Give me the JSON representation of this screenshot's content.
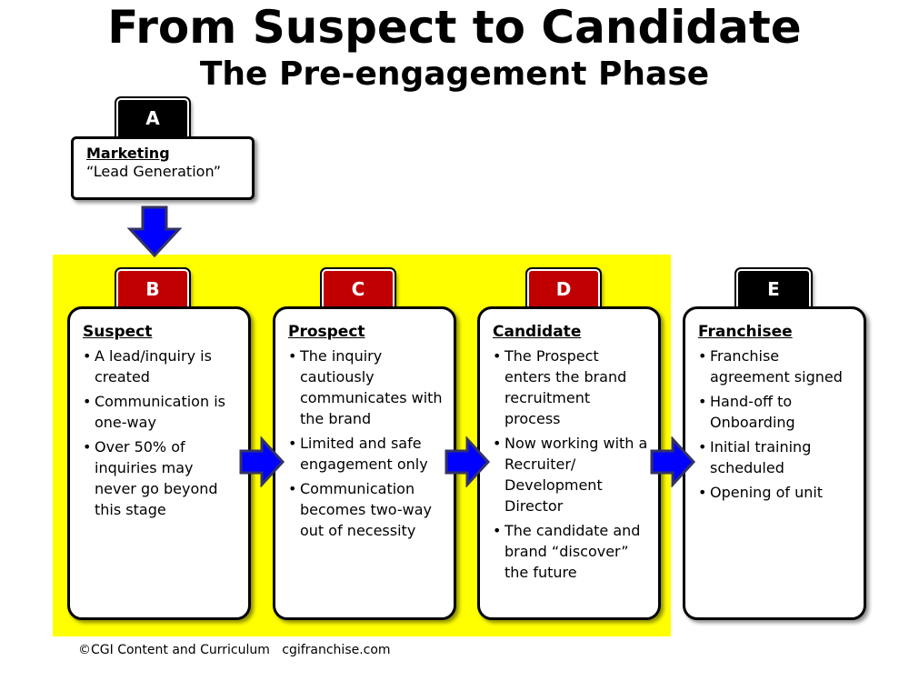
{
  "title": "From Suspect to Candidate",
  "subtitle": "The Pre-engagement Phase",
  "marketing": {
    "tab": "A",
    "heading": "Marketing",
    "subtext": "“Lead Generation”"
  },
  "stages": [
    {
      "tab": "B",
      "heading": "Suspect",
      "bullets": [
        "A lead/inquiry is created",
        "Communication is one-way",
        "Over 50% of inquiries may never go beyond this stage"
      ]
    },
    {
      "tab": "C",
      "heading": "Prospect",
      "bullets": [
        "The inquiry cautiously communicates with the brand",
        "Limited and safe engagement only",
        "Communication becomes two-way out of necessity"
      ]
    },
    {
      "tab": "D",
      "heading": "Candidate",
      "bullets": [
        "The Prospect enters the brand recruitment process",
        "Now working with a Recruiter/ Development Director",
        "The candidate and brand “discover” the future"
      ]
    },
    {
      "tab": "E",
      "heading": "Franchisee",
      "bullets": [
        "Franchise agreement signed",
        "Hand-off to Onboarding",
        "Initial training scheduled",
        "Opening of unit"
      ]
    }
  ],
  "footer": "©CGI Content and Curriculum   cgifranchise.com",
  "colors": {
    "highlight": "#ffff00",
    "tab_red": "#c00000",
    "tab_black": "#000000",
    "arrow_blue": "#0000ff"
  }
}
